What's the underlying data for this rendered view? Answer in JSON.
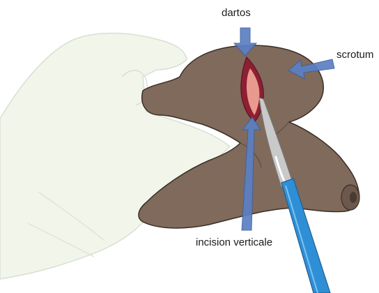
{
  "labels": {
    "dartos": "dartos",
    "scrotum": "scrotum",
    "incision": "incision verticale"
  },
  "colors": {
    "tissue": "#7f6a5c",
    "tissue_stroke": "#3b2e26",
    "glove": "#f1f5ea",
    "glove_stroke": "#d9dfd2",
    "incision_edge": "#8e1f33",
    "incision_inner": "#e99a8f",
    "arrow": "#5b7fc4",
    "arrow_stroke": "#3f5f9e",
    "blade": "#c9c9c9",
    "handle": "#2f8fd6"
  },
  "icons": [
    "arrow-down-icon",
    "arrow-left-icon",
    "arrow-up-icon",
    "scalpel-icon"
  ]
}
